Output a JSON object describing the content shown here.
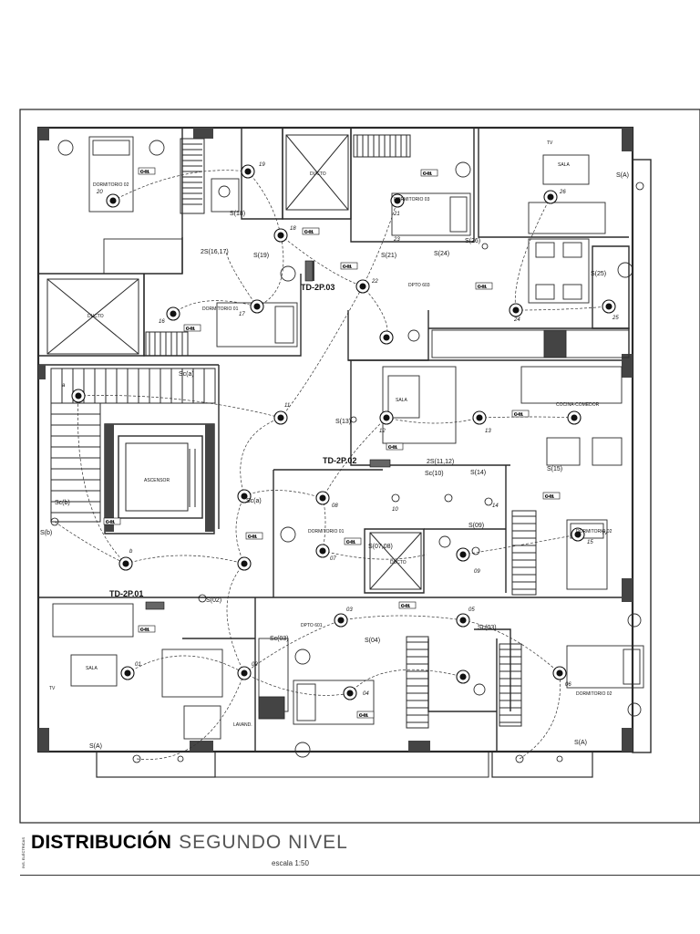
{
  "title": {
    "vertical_caption": "INS. ELÉCTRICAS",
    "main": "DISTRIBUCIÓN",
    "sub": "SEGUNDO NIVEL",
    "scale": "escala 1:50"
  },
  "panels": [
    {
      "id": "td2p03",
      "label": "TD-2P.03"
    },
    {
      "id": "td2p02",
      "label": "TD-2P.02"
    },
    {
      "id": "td2p01",
      "label": "TD-2P.01"
    }
  ],
  "rooms": [
    {
      "id": "dorm02",
      "label": "DORMITORIO 02"
    },
    {
      "id": "dorm03",
      "label": "DORMITORIO 03"
    },
    {
      "id": "dorm01",
      "label": "DORMITORIO 01"
    },
    {
      "id": "dpto603",
      "label": "DPTO 603"
    },
    {
      "id": "sala-tr",
      "label": "SALA"
    },
    {
      "id": "ascensor",
      "label": "ASCENSOR"
    },
    {
      "id": "cocina",
      "label": "COCINA-COMEDOR"
    },
    {
      "id": "sala-mid",
      "label": "SALA"
    },
    {
      "id": "dorm01b",
      "label": "DORMITORIO 01"
    },
    {
      "id": "dorm02b",
      "label": "DORMITORIO 02"
    },
    {
      "id": "dpto601",
      "label": "DPTO 601"
    },
    {
      "id": "sala-bl",
      "label": "SALA"
    },
    {
      "id": "dorm02c",
      "label": "DORMITORIO 02"
    },
    {
      "id": "lavand",
      "label": "LAVAND."
    },
    {
      "id": "ducto1",
      "label": "DUCTO"
    },
    {
      "id": "ducto2",
      "label": "DUCTO"
    },
    {
      "id": "ducto3",
      "label": "DUCTO"
    }
  ],
  "switches": [
    {
      "id": "s1",
      "label": "S(18)"
    },
    {
      "id": "s2",
      "label": "2S(16,17)"
    },
    {
      "id": "s3",
      "label": "S(19)"
    },
    {
      "id": "s4",
      "label": "S(21)"
    },
    {
      "id": "s5",
      "label": "S(24)"
    },
    {
      "id": "s6",
      "label": "S(26)"
    },
    {
      "id": "s7",
      "label": "S(A)"
    },
    {
      "id": "s8",
      "label": "S(25)"
    },
    {
      "id": "s9",
      "label": "Sc(a)"
    },
    {
      "id": "s10",
      "label": "S(13)"
    },
    {
      "id": "s11",
      "label": "2S(11,12)"
    },
    {
      "id": "s12",
      "label": "S(14)"
    },
    {
      "id": "s13",
      "label": "Sc(10)"
    },
    {
      "id": "s14",
      "label": "Sc(b)"
    },
    {
      "id": "s15",
      "label": "S(b)"
    },
    {
      "id": "s16",
      "label": "S(09)"
    },
    {
      "id": "s17",
      "label": "S(07,08)"
    },
    {
      "id": "s18",
      "label": "Sc(a)"
    },
    {
      "id": "s19",
      "label": "S(02)"
    },
    {
      "id": "s20",
      "label": "Sc(03)"
    },
    {
      "id": "s21",
      "label": "S(04)"
    },
    {
      "id": "s22",
      "label": "Sc(03)"
    },
    {
      "id": "s23",
      "label": "S(A)"
    },
    {
      "id": "s24",
      "label": "S(A)"
    },
    {
      "id": "s25",
      "label": "S(15)"
    }
  ],
  "luminaires": [
    {
      "id": "l1",
      "label": "20"
    },
    {
      "id": "l2",
      "label": "19"
    },
    {
      "id": "l3",
      "label": "18"
    },
    {
      "id": "l4",
      "label": "16"
    },
    {
      "id": "l5",
      "label": "17"
    },
    {
      "id": "l6",
      "label": "21"
    },
    {
      "id": "l7",
      "label": "22"
    },
    {
      "id": "l8",
      "label": "23"
    },
    {
      "id": "l9",
      "label": "26"
    },
    {
      "id": "l10",
      "label": "24"
    },
    {
      "id": "l11",
      "label": "25"
    },
    {
      "id": "l12",
      "label": "12"
    },
    {
      "id": "l13",
      "label": "13"
    },
    {
      "id": "l14",
      "label": "11"
    },
    {
      "id": "l15",
      "label": "14"
    },
    {
      "id": "l16",
      "label": "15"
    },
    {
      "id": "l17",
      "label": "10"
    },
    {
      "id": "l18",
      "label": "08"
    },
    {
      "id": "l19",
      "label": "07"
    },
    {
      "id": "l20",
      "label": "09"
    },
    {
      "id": "l21",
      "label": "03"
    },
    {
      "id": "l22",
      "label": "05"
    },
    {
      "id": "l23",
      "label": "01"
    },
    {
      "id": "l24",
      "label": "02"
    },
    {
      "id": "l25",
      "label": "04"
    },
    {
      "id": "l26",
      "label": "06"
    },
    {
      "id": "l27",
      "label": "b"
    },
    {
      "id": "l28",
      "label": "a"
    }
  ],
  "circuit_tag": "C-01",
  "tv_label": "TV",
  "colors": {
    "line": "#1a1a1a",
    "wall": "#2a2a2a",
    "fill": "#444444",
    "paper": "#ffffff"
  }
}
